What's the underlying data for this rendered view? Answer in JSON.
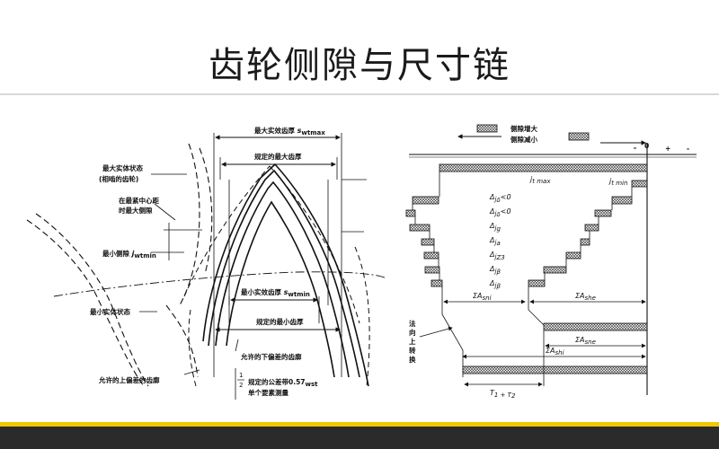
{
  "slide": {
    "title": "齿轮侧隙与尺寸链"
  },
  "left_figure": {
    "top_dim_label": "最大实效齿厚",
    "top_dim_sym": "s",
    "top_dim_sub": "wtmax",
    "max_thick_label": "规定的最大齿厚",
    "max_material_state_l1": "最大实体状态",
    "max_material_state_l2": "(相啮的齿轮)",
    "max_backlash_l1": "在最紧中心距",
    "max_backlash_l2": "时最大侧隙",
    "min_backlash_label": "最小侧隙",
    "min_backlash_sym": "j",
    "min_backlash_sub": "wtmin",
    "min_material_state": "最小实体状态",
    "min_eff_label": "最小实效齿厚",
    "min_eff_sym": "s",
    "min_eff_sub": "wtmin",
    "min_thick_label": "规定的最小齿厚",
    "lower_dev_profile": "允许的下偏差的齿廓",
    "upper_dev_profile": "允许的上偏差的齿廓",
    "half_num": "1",
    "half_den": "2",
    "tol_band_text": "规定的公差带0.57",
    "tol_band_sub": "wst",
    "single_measure": "单个要素测量"
  },
  "right_figure": {
    "legend_increase": "侧隙增大",
    "legend_decrease": "侧隙减小",
    "zero_label": "0",
    "plus_label": "+",
    "minus_label": "-",
    "jtmax": "j",
    "jtmax_sub": "t max",
    "jtmin": "j",
    "jtmin_sub": "t min",
    "deltas": [
      {
        "sym": "Δ",
        "sub": "j",
        "subsub": "δ",
        "rel": "<0"
      },
      {
        "sym": "Δ",
        "sub": "j",
        "subsub": "δ",
        "rel": "<0"
      },
      {
        "sym": "Δ",
        "sub": "j",
        "subsub": "g",
        "rel": ""
      },
      {
        "sym": "Δ",
        "sub": "j",
        "subsub": "a",
        "rel": ""
      },
      {
        "sym": "Δ",
        "sub": "j",
        "subsub": "Z3",
        "rel": ""
      },
      {
        "sym": "Δ",
        "sub": "j",
        "subsub": "β",
        "rel": ""
      },
      {
        "sym": "Δ",
        "sub": "j",
        "subsub": "β",
        "rel": ""
      }
    ],
    "sum_asni": "ΣA",
    "sum_asni_sub": "sni",
    "sum_ashe": "ΣA",
    "sum_ashe_sub": "she",
    "sum_asne": "ΣA",
    "sum_asne_sub": "sne",
    "sum_ashi": "ΣA",
    "sum_ashi_sub": "shi",
    "normal_conv_l1": "法",
    "normal_conv_l2": "向",
    "normal_conv_l3": "上",
    "normal_conv_l4": "转",
    "normal_conv_l5": "换",
    "t_sum": "T",
    "t_sum_tail": "1 + T",
    "t_sum_sub2": "2"
  }
}
